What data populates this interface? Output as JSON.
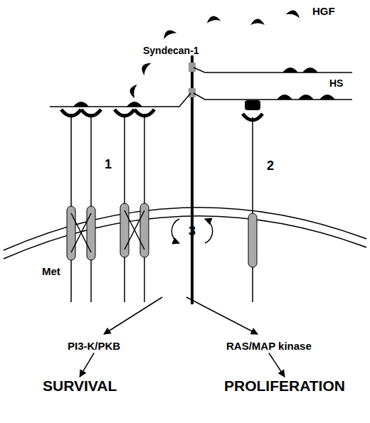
{
  "diagram": {
    "nodes": [
      {
        "text": [
          "PI3-K/PKB"
        ]
      },
      {
        "text": [
          "RAS/MAP kinase"
        ]
      },
      {
        "text": [
          "SURVIVAL"
        ]
      },
      {
        "text": [
          "PROLIFERATION"
        ]
      }
    ],
    "edges": [
      {
        "from": 0,
        "to": 2,
        "arrow": "to"
      },
      {
        "from": 1,
        "to": 3,
        "arrow": "to"
      }
    ],
    "labels": [
      "HGF",
      "Syndecan-1",
      "HS",
      "1",
      "2",
      "3",
      "Met"
    ]
  }
}
